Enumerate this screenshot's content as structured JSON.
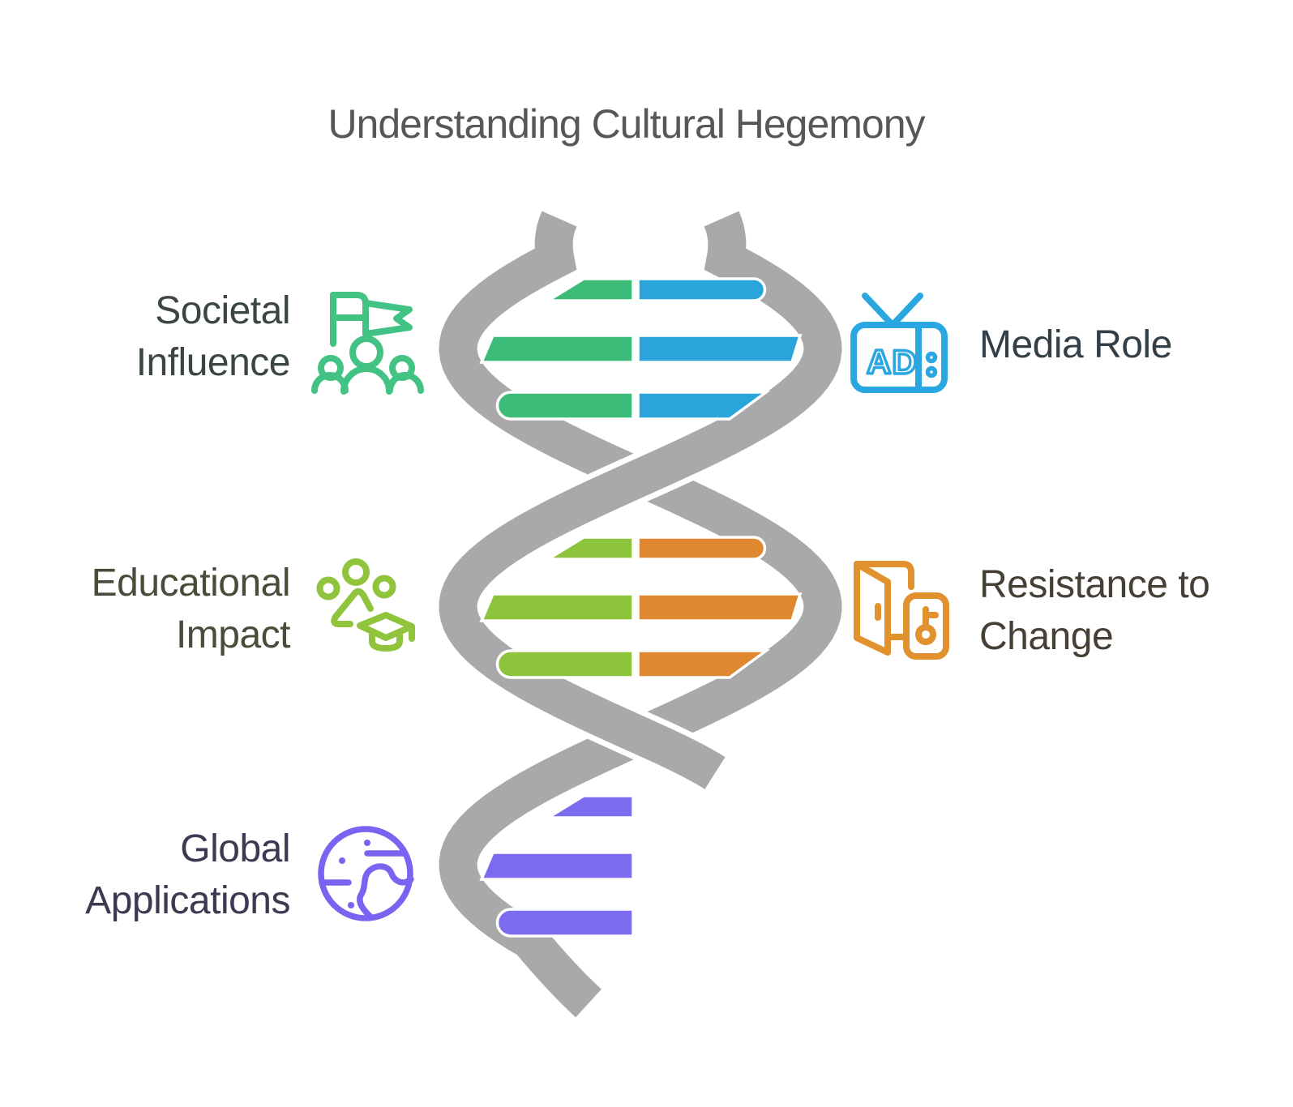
{
  "title": "Understanding Cultural Hegemony",
  "nodes": {
    "societal": {
      "line1": "Societal",
      "line2": "Influence",
      "icon": "flag-people-icon"
    },
    "media": {
      "line1": "Media Role",
      "ad_label": "AD",
      "icon": "tv-ad-icon"
    },
    "educational": {
      "line1": "Educational",
      "line2": "Impact",
      "icon": "graduation-cap-icon"
    },
    "resistance": {
      "line1": "Resistance to",
      "line2": "Change",
      "icon": "door-key-icon"
    },
    "global": {
      "line1": "Global",
      "line2": "Applications",
      "icon": "globe-icon"
    }
  },
  "colors": {
    "title_text": "#565759",
    "societal_text": "#3a463f",
    "media_text": "#333f47",
    "educational_text": "#474d39",
    "resistance_text": "#453f35",
    "global_text": "#3c3950",
    "societal_icon": "#42c384",
    "media_icon": "#2aa7e0",
    "educational_icon": "#8fc43c",
    "resistance_icon": "#e2912f",
    "global_icon": "#7a63f1"
  },
  "helix": {
    "strand_color": "#a9a9a9",
    "rung_outline": "#ffffff",
    "sections": [
      {
        "left_label": "Societal Influence",
        "right_label": "Media Role",
        "left_color": "#3dbb78",
        "right_color": "#29a5dc"
      },
      {
        "left_label": "Educational Impact",
        "right_label": "Resistance to Change",
        "left_color": "#8ec33c",
        "right_color": "#e0882f"
      },
      {
        "left_label": "Global Applications",
        "right_label": null,
        "left_color": "#7b6bef",
        "right_color": null
      }
    ]
  }
}
